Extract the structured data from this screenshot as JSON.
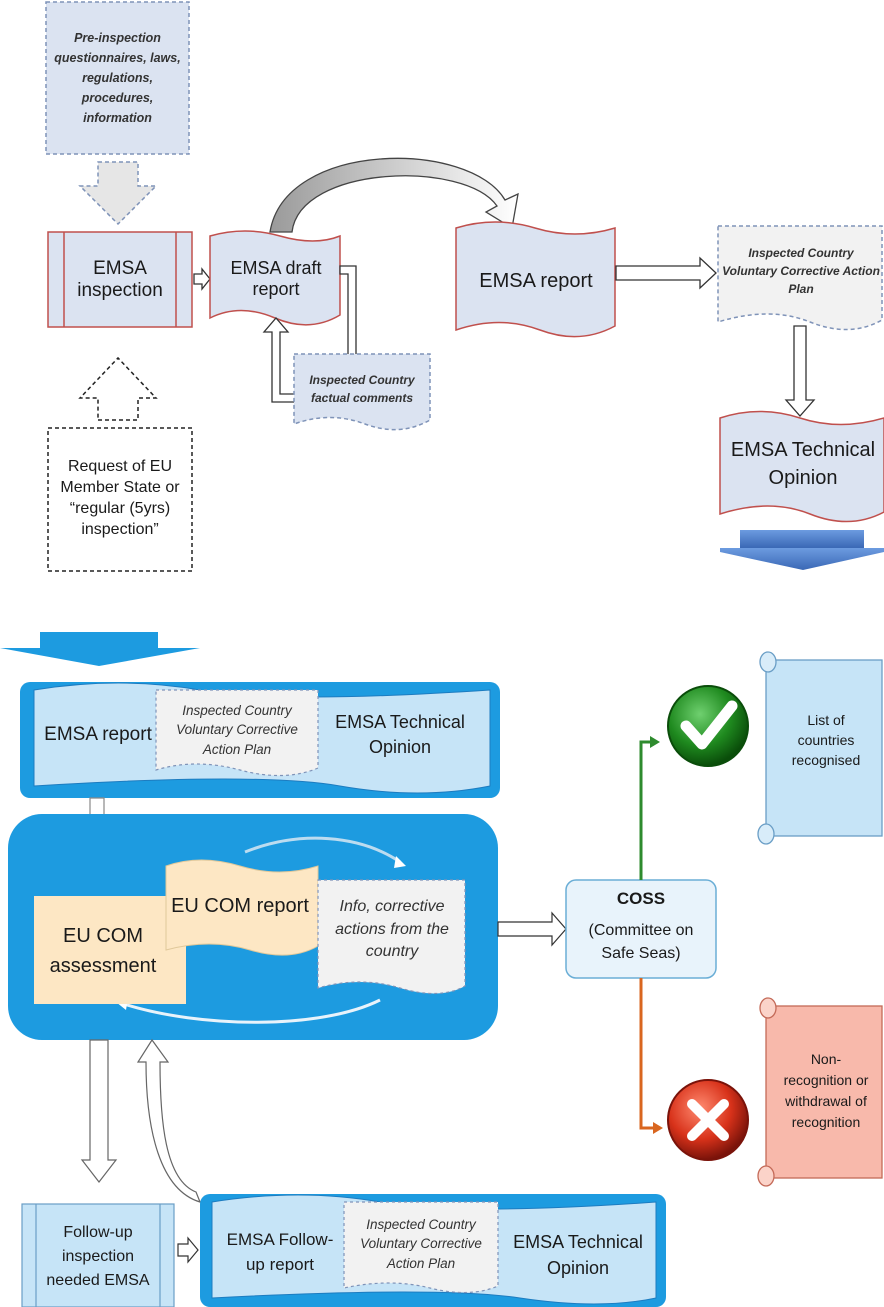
{
  "top": {
    "pre_inspection": "Pre-inspection questionnaires, laws, regulations, procedures, information",
    "emsa_inspection": "EMSA inspection",
    "emsa_draft_report": "EMSA draft report",
    "country_factual_comments": "Inspected Country factual comments",
    "emsa_report": "EMSA report",
    "voluntary_plan": "Inspected Country Voluntary Corrective Action Plan",
    "technical_opinion": "EMSA Technical Opinion",
    "request": "Request of EU Member State or “regular (5yrs) inspection”"
  },
  "bottom": {
    "band1": {
      "emsa_report": "EMSA report",
      "voluntary_plan": "Inspected Country Voluntary Corrective Action Plan",
      "technical_opinion": "EMSA Technical Opinion"
    },
    "eu_com_assessment": "EU COM assessment",
    "eu_com_report": "EU COM report",
    "info_corrective": "Info, corrective actions from the country",
    "coss": "COSS",
    "coss_full": "(Committee on Safe Seas)",
    "recognised": "List of countries recognised",
    "non_recognition": "Non-recognition or withdrawal of recognition",
    "follow_up_needed": "Follow-up inspection needed EMSA",
    "band2": {
      "follow_up_report": "EMSA Follow-up report",
      "voluntary_plan": "Inspected Country Voluntary Corrective Action Plan",
      "technical_opinion": "EMSA Technical Opinion"
    }
  },
  "colors": {
    "box_blue": "#dbe3f1",
    "box_red_border": "#c0504d",
    "band_blue": "#1d9be0",
    "scroll_light": "#c6e4f7",
    "eu_com_tan": "#fde7c4",
    "pink": "#f8b9ab",
    "green": "#2e8b2e",
    "orange": "#d9661f",
    "arrow_blue": "#4a7cc7"
  }
}
